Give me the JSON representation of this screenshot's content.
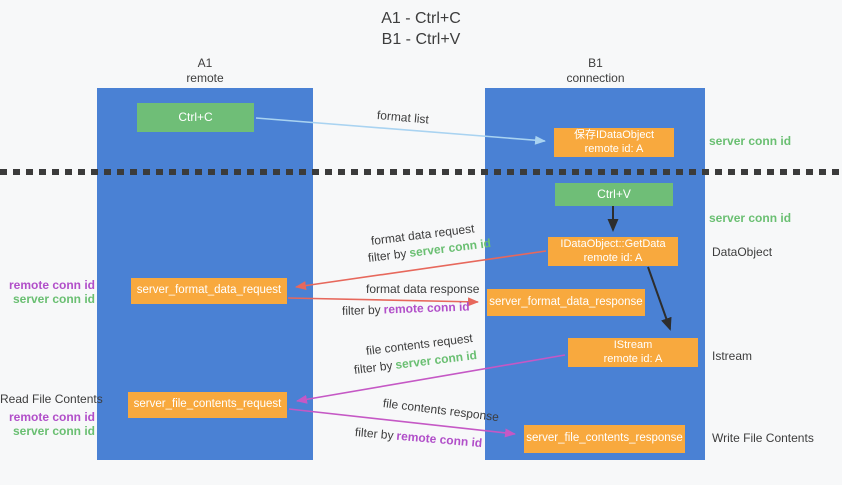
{
  "title": {
    "line1": "A1 - Ctrl+C",
    "line2": "B1 - Ctrl+V"
  },
  "columns": {
    "a1": {
      "name": "A1",
      "subtitle": "remote"
    },
    "b1": {
      "name": "B1",
      "subtitle": "connection"
    }
  },
  "nodes": {
    "ctrl_c": {
      "label": "Ctrl+C"
    },
    "ctrl_v": {
      "label": "Ctrl+V"
    },
    "save_idataobject": {
      "line1": "保存IDataObject",
      "line2": "remote id: A"
    },
    "idataobject_getdata": {
      "line1": "IDataObject::GetData",
      "line2": "remote id: A"
    },
    "istream": {
      "line1": "IStream",
      "line2": "remote id: A"
    },
    "server_format_data_request": {
      "label": "server_format_data_request"
    },
    "server_format_data_response": {
      "label": "server_format_data_response"
    },
    "server_file_contents_request": {
      "label": "server_file_contents_request"
    },
    "server_file_contents_response": {
      "label": "server_file_contents_response"
    }
  },
  "flow_labels": {
    "format_list": "format list",
    "format_data_request": "format data request",
    "format_data_response": "format data response",
    "file_contents_request": "file contents request",
    "file_contents_response": "file contents response",
    "filter_by": "filter by",
    "server_conn_id": "server conn id",
    "remote_conn_id": "remote conn id"
  },
  "side_labels": {
    "left_remote_conn_id": "remote conn id",
    "left_server_conn_id": "server conn id",
    "read_file_contents": "Read File Contents",
    "left_remote_conn_id_2": "remote conn id",
    "left_server_conn_id_2": "server conn id",
    "right_server_conn_id_top": "server conn id",
    "right_server_conn_id_mid": "server conn id",
    "dataobject": "DataObject",
    "istream": "Istream",
    "write_file_contents": "Write File Contents"
  },
  "colors": {
    "column_blue": "#4a81d4",
    "node_green": "#6fbe77",
    "node_orange": "#f8a93e",
    "arrow_light_blue": "#a9d3f1",
    "arrow_red": "#e7685c",
    "arrow_magenta": "#c558c5",
    "arrow_black": "#2d2d2d",
    "text_green": "#6abf72",
    "text_purple": "#b14fc9",
    "text_dark": "#3d3d3d",
    "dotted_line": "#3b3b3b"
  }
}
